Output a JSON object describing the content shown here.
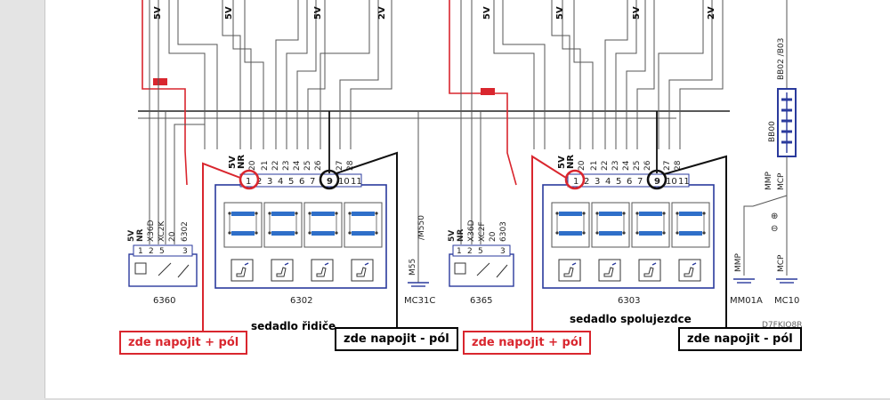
{
  "labels": {
    "v5": "5V",
    "nr": "NR",
    "v2": "2V",
    "b02": "BB02 /B03",
    "bb00": "BB00",
    "mmp": "MMP",
    "mcp": "MCP",
    "x36d": "X36D",
    "xc2k": "XC2K",
    "xc2f": "XC2F",
    "w20": "20",
    "w6302": "6302",
    "w6303": "6303",
    "m550": "/M550",
    "m55": "M55",
    "mc31c": "MC31C",
    "mm01a": "MM01A",
    "mc10": "MC10",
    "code": "D7FKJQ8R",
    "c6360": "6360",
    "c6302": "6302",
    "c6365": "6365",
    "c6303": "6303",
    "plus": "⊕",
    "minus": "⊖"
  },
  "wires_top": [
    "20",
    "21",
    "22",
    "23",
    "24",
    "25",
    "26",
    "27",
    "28"
  ],
  "pins_main": [
    "1",
    "2",
    "3",
    "4",
    "5",
    "6",
    "7",
    "9",
    "10",
    "11"
  ],
  "pins_small": [
    "1",
    "2",
    "5",
    "3"
  ],
  "captions": {
    "driver_seat": "sedadlo řidiče",
    "passenger_seat": "sedadlo spolujezdce"
  },
  "callouts": {
    "connect_plus": "zde napojit + pól",
    "connect_minus": "zde napojit - pól"
  },
  "colors": {
    "red": "#d9262e",
    "blue": "#2a3a9c",
    "relay_blue": "#2f6fc9",
    "wire": "#555555"
  }
}
